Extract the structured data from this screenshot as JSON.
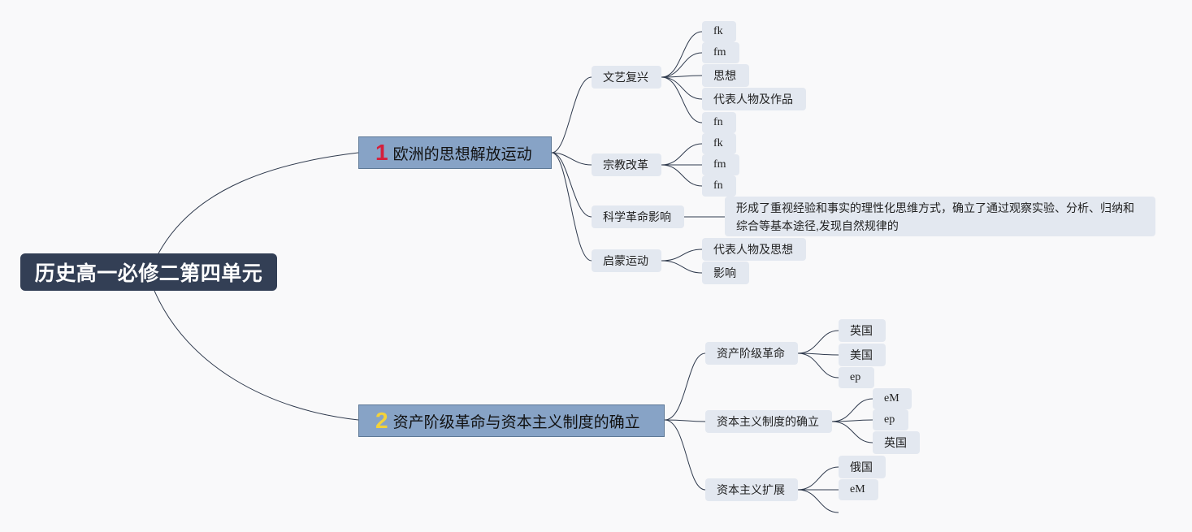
{
  "root": {
    "label": "历史高一必修二第四单元"
  },
  "branches": [
    {
      "number": "1",
      "number_color": "#d41f3b",
      "label": "欧洲的思想解放运动",
      "children": [
        {
          "label": "文艺复兴",
          "children": [
            "fk",
            "fm",
            "思想",
            "代表人物及作品",
            "fn"
          ]
        },
        {
          "label": "宗教改革",
          "children": [
            "fk",
            "fm",
            "fn"
          ]
        },
        {
          "label": "科学革命影响",
          "children": [
            "形成了重视经验和事实的理性化思维方式，确立了通过观察实验、分析、归纳和综合等基本途径,发现自然规律的"
          ]
        },
        {
          "label": "启蒙运动",
          "children": [
            "代表人物及思想",
            "影响"
          ]
        }
      ]
    },
    {
      "number": "2",
      "number_color": "#f3d23a",
      "label": "资产阶级革命与资本主义制度的确立",
      "children": [
        {
          "label": "资产阶级革命",
          "children": [
            "英国",
            "美国",
            "ep"
          ]
        },
        {
          "label": "资本主义制度的确立",
          "children": [
            "eM",
            "ep",
            "英国"
          ]
        },
        {
          "label": "资本主义扩展",
          "children": [
            "俄国",
            "eM",
            ""
          ]
        }
      ]
    }
  ]
}
